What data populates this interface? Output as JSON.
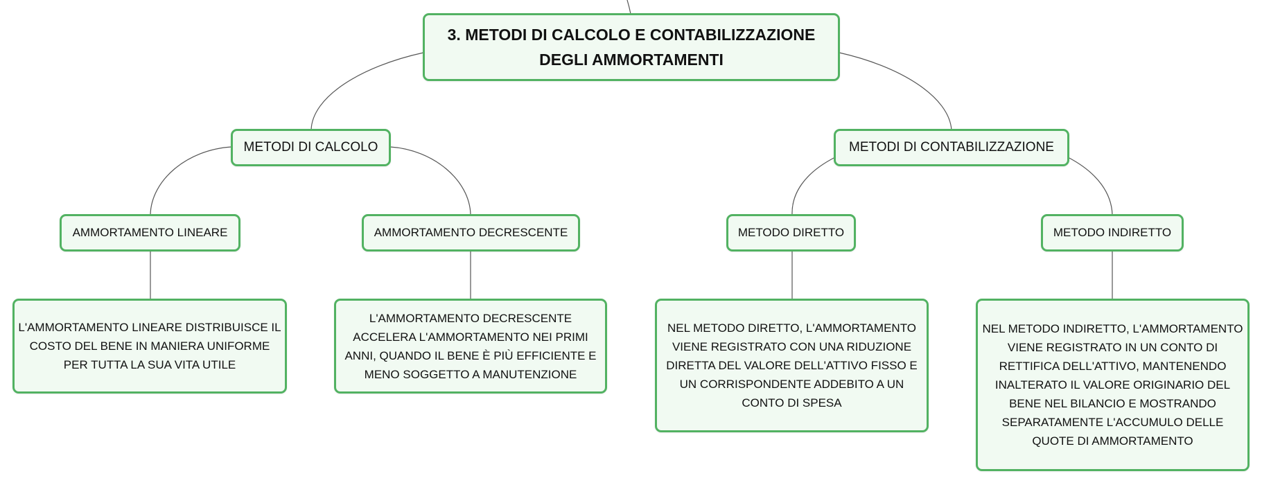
{
  "diagram": {
    "root": {
      "label": "3. METODI DI CALCOLO E CONTABILIZZAZIONE DEGLI AMMORTAMENTI"
    },
    "branches": [
      {
        "label": "METODI DI CALCOLO",
        "children": [
          {
            "label": "AMMORTAMENTO LINEARE",
            "description": "L'AMMORTAMENTO LINEARE DISTRIBUISCE IL COSTO DEL BENE IN MANIERA UNIFORME PER TUTTA LA SUA VITA UTILE"
          },
          {
            "label": "AMMORTAMENTO DECRESCENTE",
            "description": "L'AMMORTAMENTO DECRESCENTE ACCELERA L'AMMORTAMENTO NEI PRIMI ANNI, QUANDO IL BENE È PIÙ EFFICIENTE E MENO SOGGETTO A MANUTENZIONE"
          }
        ]
      },
      {
        "label": "METODI DI CONTABILIZZAZIONE",
        "children": [
          {
            "label": "METODO DIRETTO",
            "description": "NEL METODO DIRETTO, L'AMMORTAMENTO VIENE REGISTRATO CON UNA RIDUZIONE DIRETTA DEL VALORE DELL'ATTIVO FISSO E UN CORRISPONDENTE ADDEBITO A UN CONTO DI SPESA"
          },
          {
            "label": "METODO INDIRETTO",
            "description": "NEL METODO INDIRETTO, L'AMMORTAMENTO VIENE REGISTRATO IN UN CONTO DI RETTIFICA DELL'ATTIVO, MANTENENDO INALTERATO IL VALORE ORIGINARIO DEL BENE NEL BILANCIO E MOSTRANDO SEPARATAMENTE L'ACCUMULO DELLE QUOTE DI AMMORTAMENTO"
          }
        ]
      }
    ]
  },
  "colors": {
    "node_border": "#52b262",
    "node_fill": "#f1faf2",
    "connector": "#555555",
    "text": "#111111"
  }
}
